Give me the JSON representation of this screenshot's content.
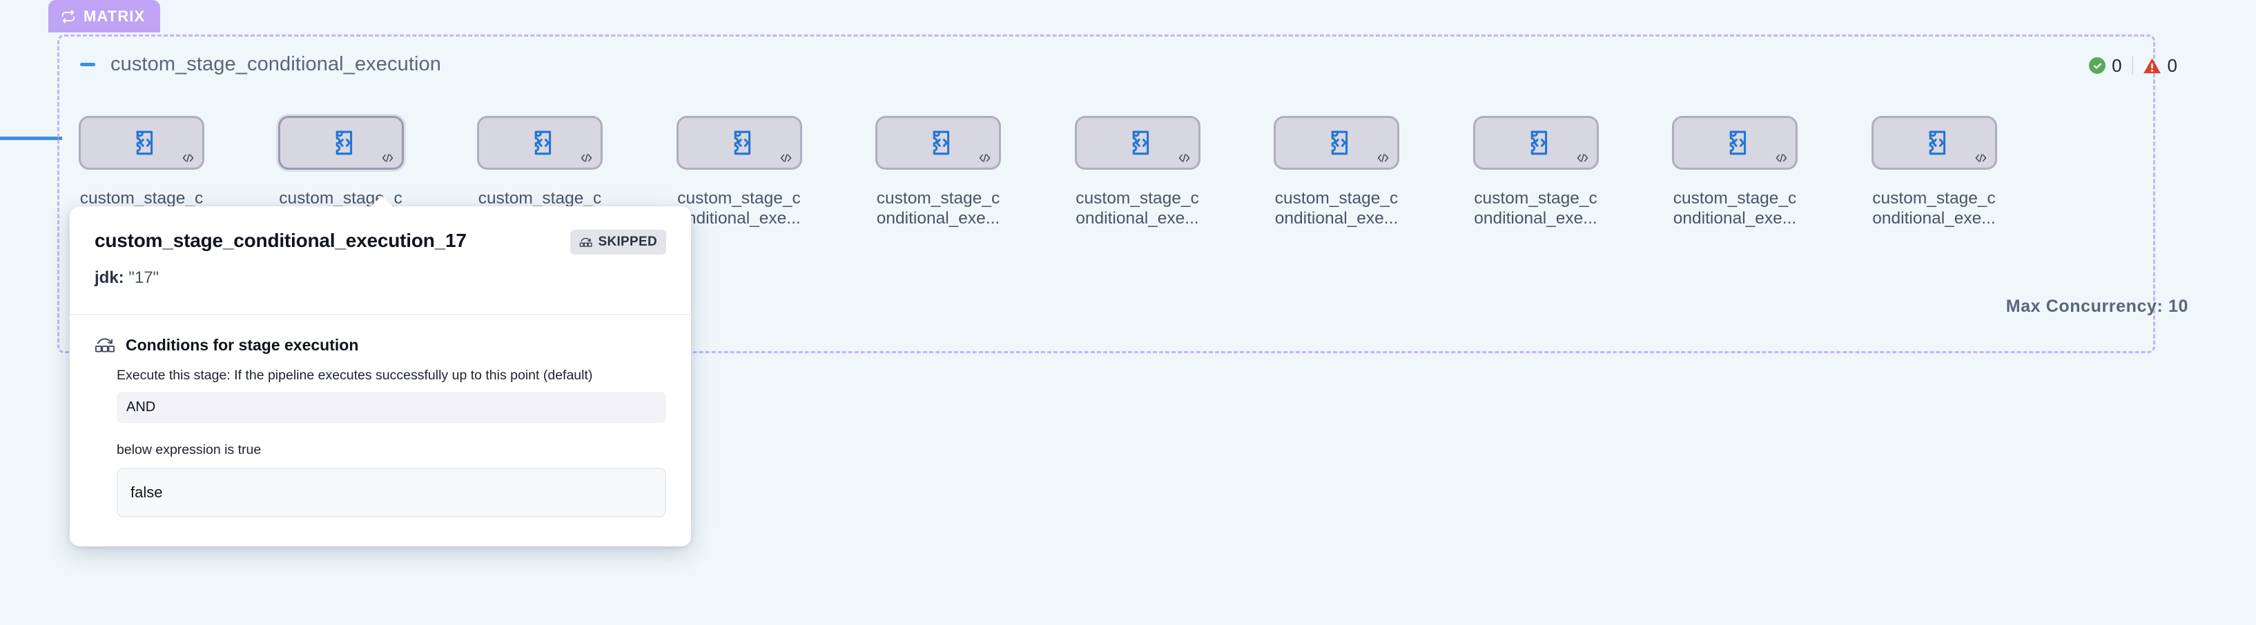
{
  "canvas": {
    "background_color": "#eff7fb",
    "incoming_edge_color": "#3e8ede"
  },
  "matrix_group": {
    "badge_label": "MATRIX",
    "badge_icon": "loop-icon",
    "badge_color": "#bfa3f5",
    "border_color": "#c7b2f7",
    "title": "custom_stage_conditional_execution",
    "collapse_icon": "minus-icon",
    "max_concurrency_label": "Max Concurrency: 10",
    "counters": [
      {
        "icon": "success-check-icon",
        "color": "#5aa95a",
        "value": "0"
      },
      {
        "icon": "warning-triangle-icon",
        "color": "#d9402a",
        "value": "0"
      }
    ]
  },
  "nodes": [
    {
      "label": "custom_stage_conditional_exe...",
      "icon": "custom-stage-code-icon",
      "corner_icon": "code-brackets-icon",
      "selected": false
    },
    {
      "label": "custom_stage_conditional_exe...",
      "icon": "custom-stage-code-icon",
      "corner_icon": "code-brackets-icon",
      "selected": true
    },
    {
      "label": "custom_stage_conditional_exe...",
      "icon": "custom-stage-code-icon",
      "corner_icon": "code-brackets-icon",
      "selected": false
    },
    {
      "label": "custom_stage_conditional_exe...",
      "icon": "custom-stage-code-icon",
      "corner_icon": "code-brackets-icon",
      "selected": false
    },
    {
      "label": "custom_stage_conditional_exe...",
      "icon": "custom-stage-code-icon",
      "corner_icon": "code-brackets-icon",
      "selected": false
    },
    {
      "label": "custom_stage_conditional_exe...",
      "icon": "custom-stage-code-icon",
      "corner_icon": "code-brackets-icon",
      "selected": false
    },
    {
      "label": "custom_stage_conditional_exe...",
      "icon": "custom-stage-code-icon",
      "corner_icon": "code-brackets-icon",
      "selected": false
    },
    {
      "label": "custom_stage_conditional_exe...",
      "icon": "custom-stage-code-icon",
      "corner_icon": "code-brackets-icon",
      "selected": false
    },
    {
      "label": "custom_stage_conditional_exe...",
      "icon": "custom-stage-code-icon",
      "corner_icon": "code-brackets-icon",
      "selected": false
    },
    {
      "label": "custom_stage_conditional_exe...",
      "icon": "custom-stage-code-icon",
      "corner_icon": "code-brackets-icon",
      "selected": false
    }
  ],
  "popover": {
    "title": "custom_stage_conditional_execution_17",
    "status_badge": {
      "label": "SKIPPED",
      "icon": "skip-stage-icon"
    },
    "param_key": "jdk:",
    "param_value": "\"17\"",
    "conditions": {
      "icon": "skip-stage-icon",
      "heading": "Conditions for stage execution",
      "description": "Execute this stage: If the pipeline executes successfully up to this point (default)",
      "operator": "AND",
      "sub_label": "below expression is true",
      "expression": "false"
    }
  }
}
